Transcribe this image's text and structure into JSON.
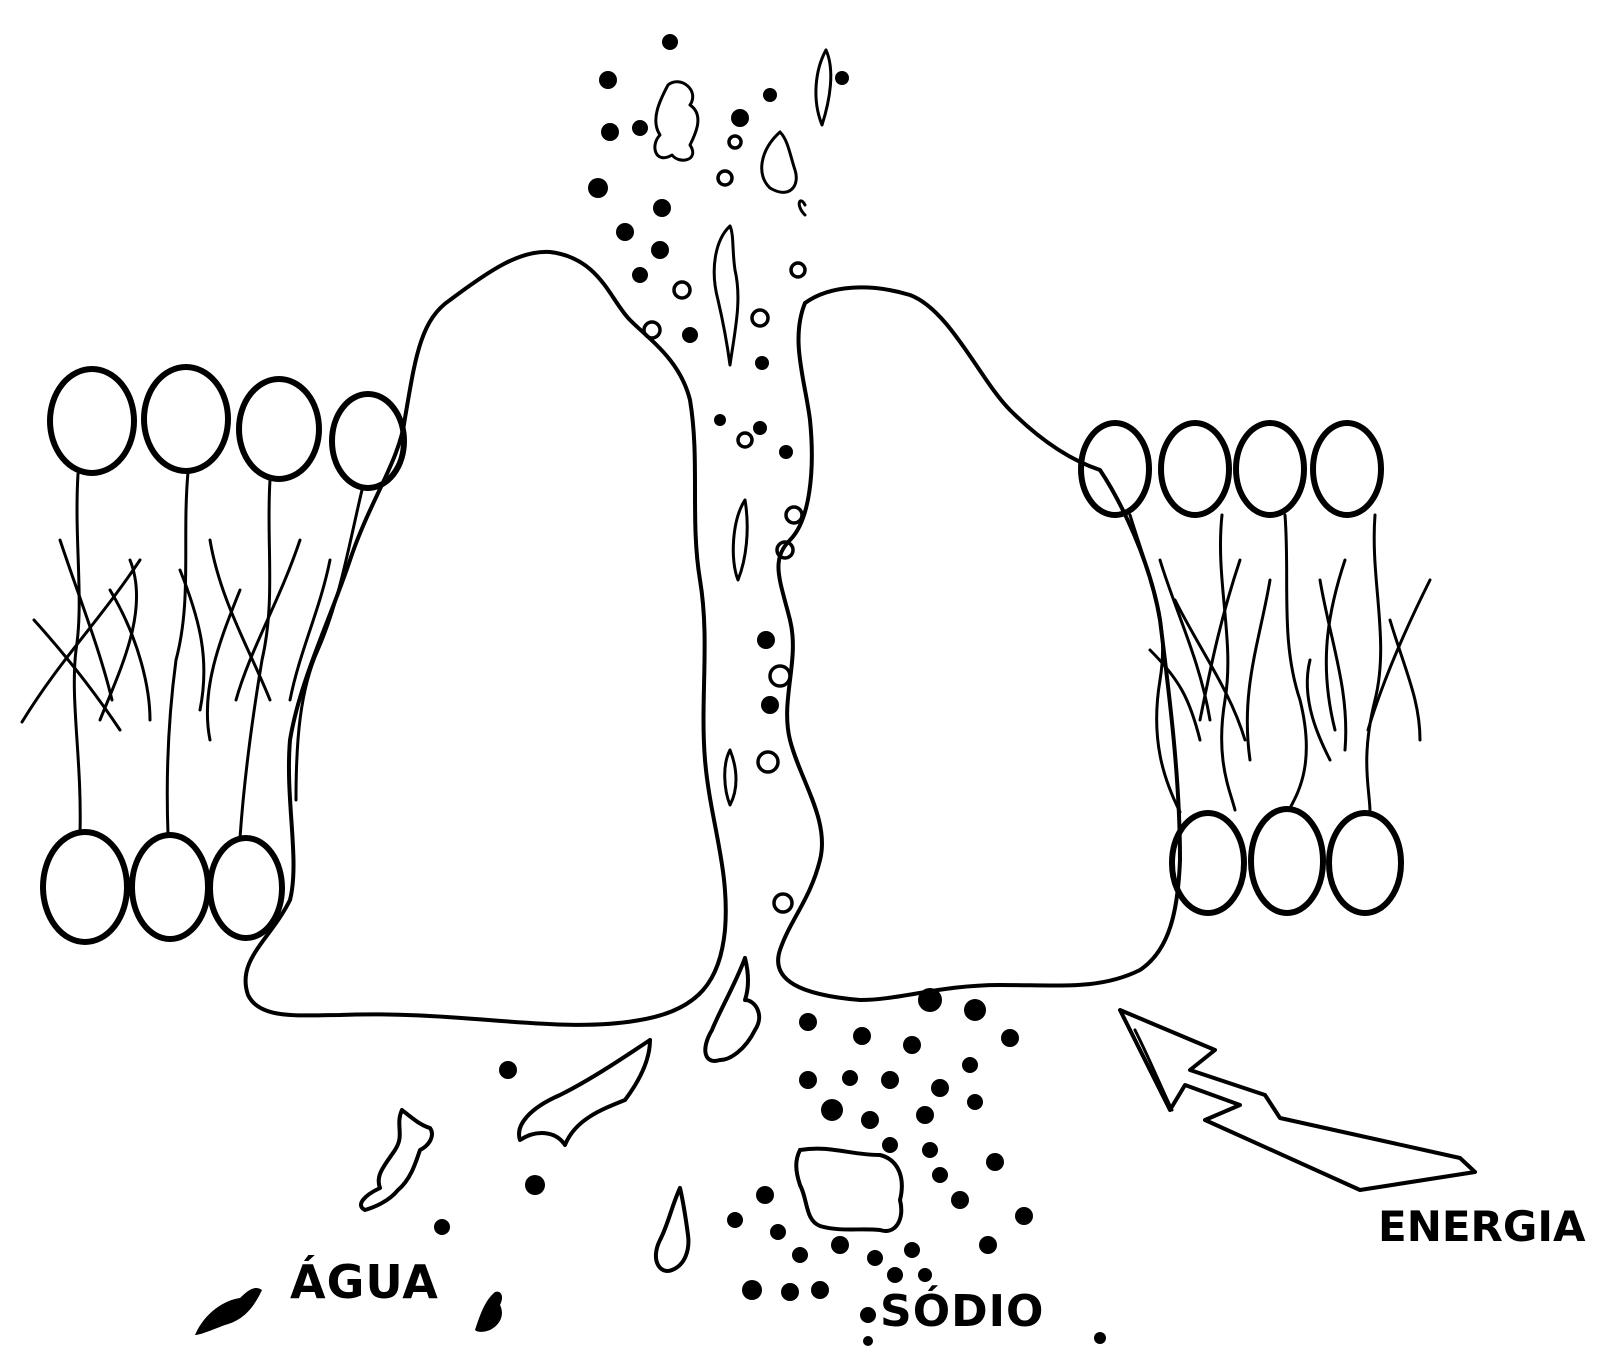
{
  "labels": {
    "agua": "ÁGUA",
    "sodio": "SÓDIO",
    "energia": "ENERGIA"
  },
  "colors": {
    "ink": "#000000",
    "background": "#ffffff"
  }
}
